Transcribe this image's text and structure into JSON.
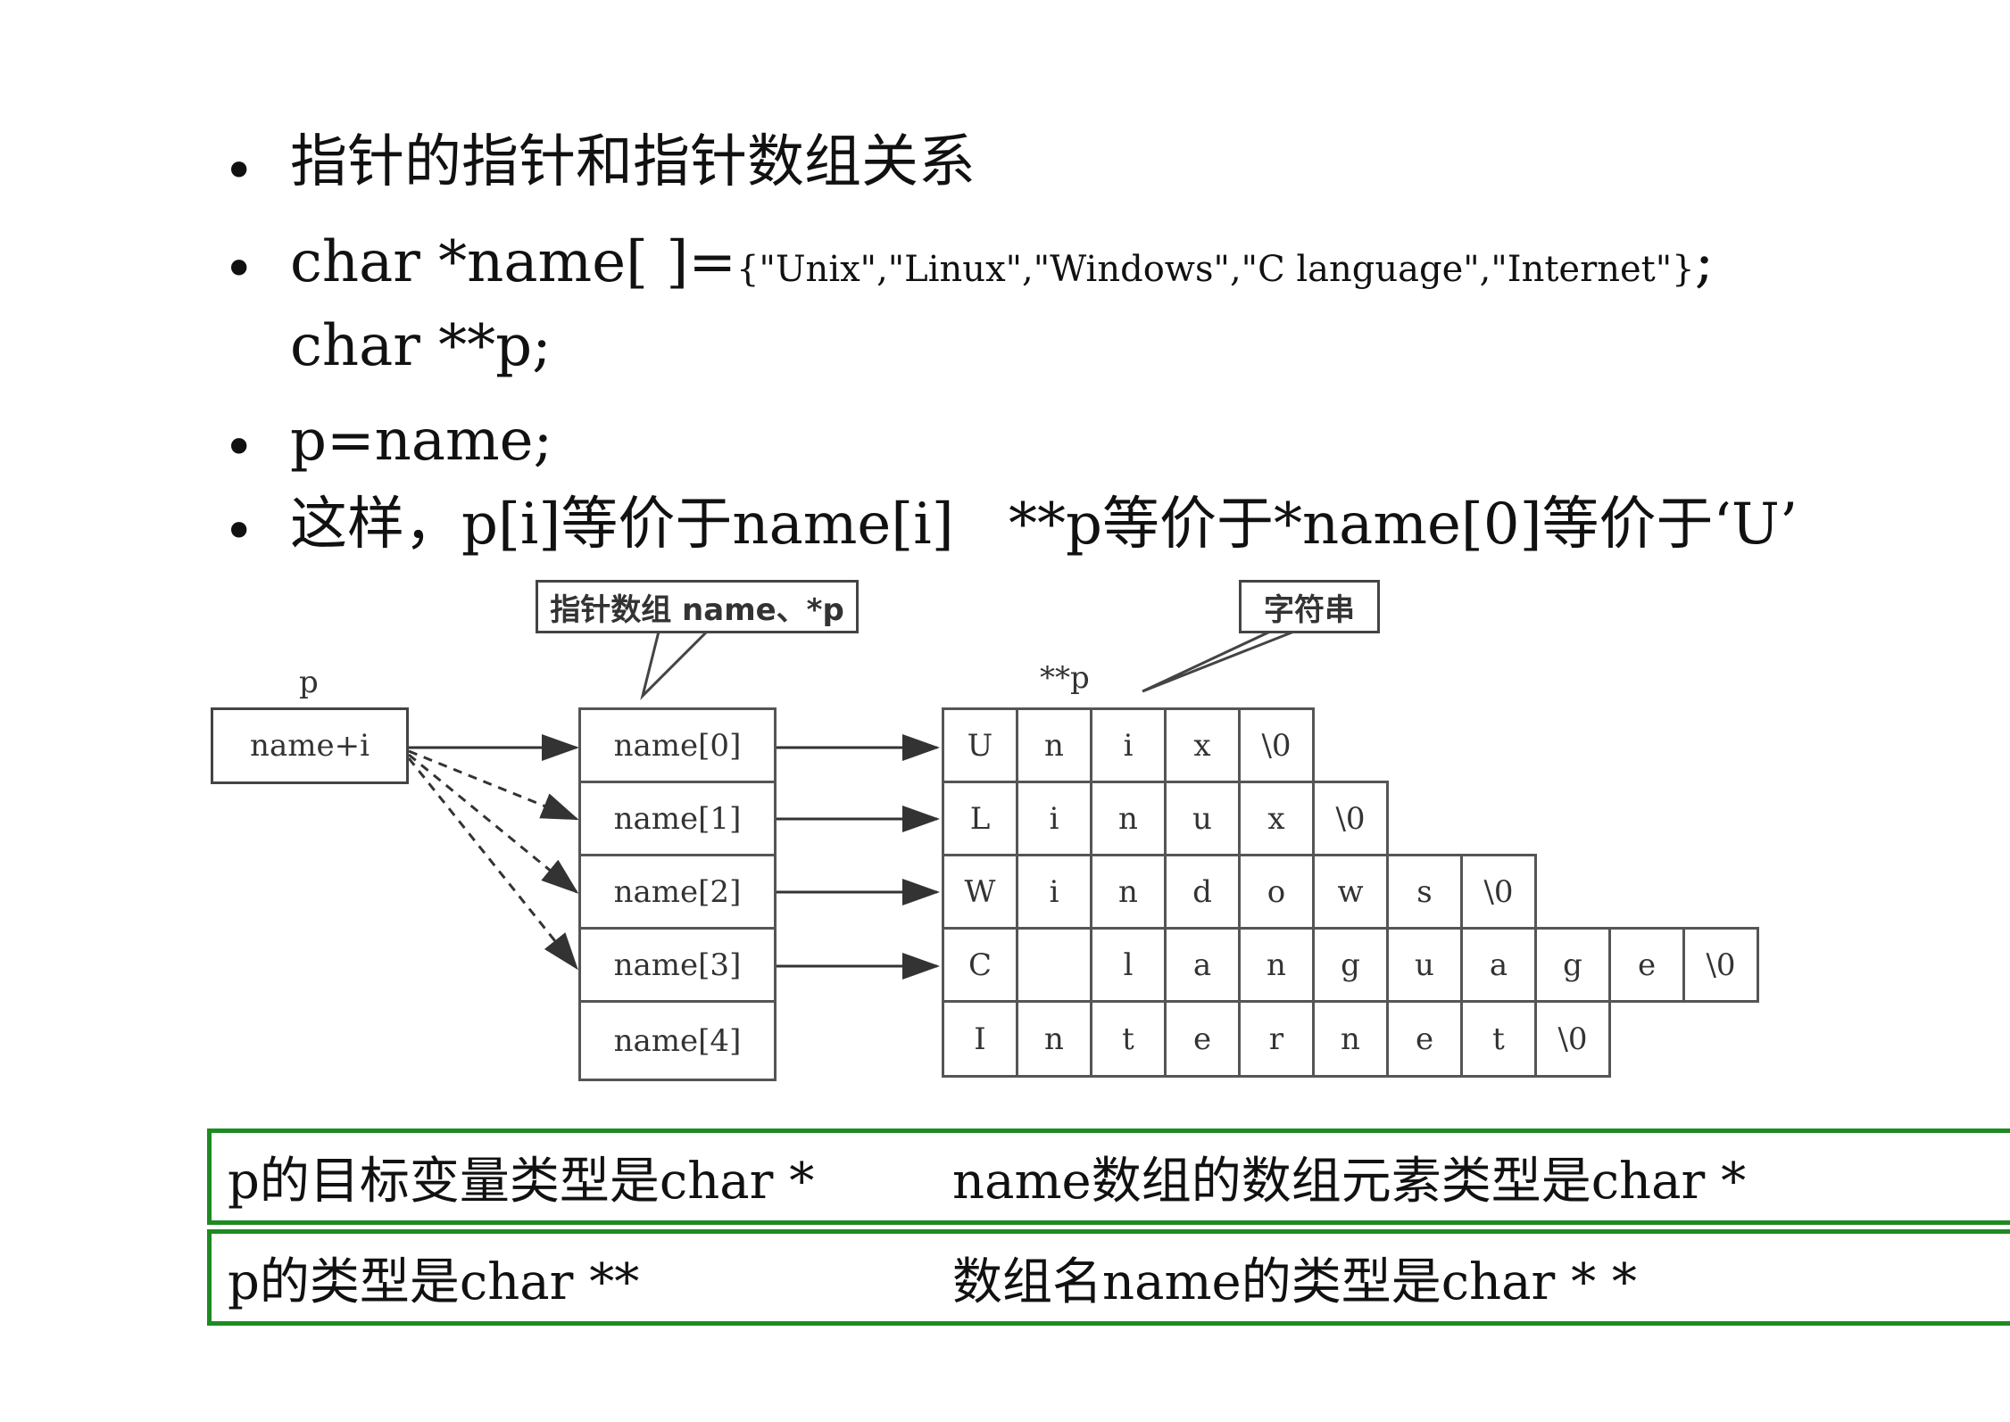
{
  "bullets": [
    {
      "text": "指针的指针和指针数组关系"
    },
    {
      "prefix": "char *name[ ]=",
      "init": "{\"Unix\",\"Linux\",\"Windows\",\"C language\",\"Internet\"}",
      "suffix": ";",
      "line2": "char **p;"
    },
    {
      "text": "p=name;"
    },
    {
      "text_a": "这样，p[i]等价于name[i]",
      "text_b": "**p等价于*name[0]等价于‘U’"
    }
  ],
  "diagram": {
    "callout_array": "指针数组 name、*p",
    "callout_string": "字符串",
    "p_label": "p",
    "pp_label": "**p",
    "p_box": "name+i",
    "name_cells": [
      "name[0]",
      "name[1]",
      "name[2]",
      "name[3]",
      "name[4]"
    ],
    "strings": [
      [
        "U",
        "n",
        "i",
        "x",
        "\\0"
      ],
      [
        "L",
        "i",
        "n",
        "u",
        "x",
        "\\0"
      ],
      [
        "W",
        "i",
        "n",
        "d",
        "o",
        "w",
        "s",
        "\\0"
      ],
      [
        "C",
        " ",
        "l",
        "a",
        "n",
        "g",
        "u",
        "a",
        "g",
        "e",
        "\\0"
      ],
      [
        "I",
        "n",
        "t",
        "e",
        "r",
        "n",
        "e",
        "t",
        "\\0"
      ]
    ]
  },
  "summary": [
    {
      "left": "p的目标变量类型是char *",
      "right": "name数组的数组元素类型是char *"
    },
    {
      "left": "p的类型是char **",
      "right": "数组名name的类型是char * *"
    }
  ],
  "colors": {
    "box_border": "#1e8a22"
  }
}
